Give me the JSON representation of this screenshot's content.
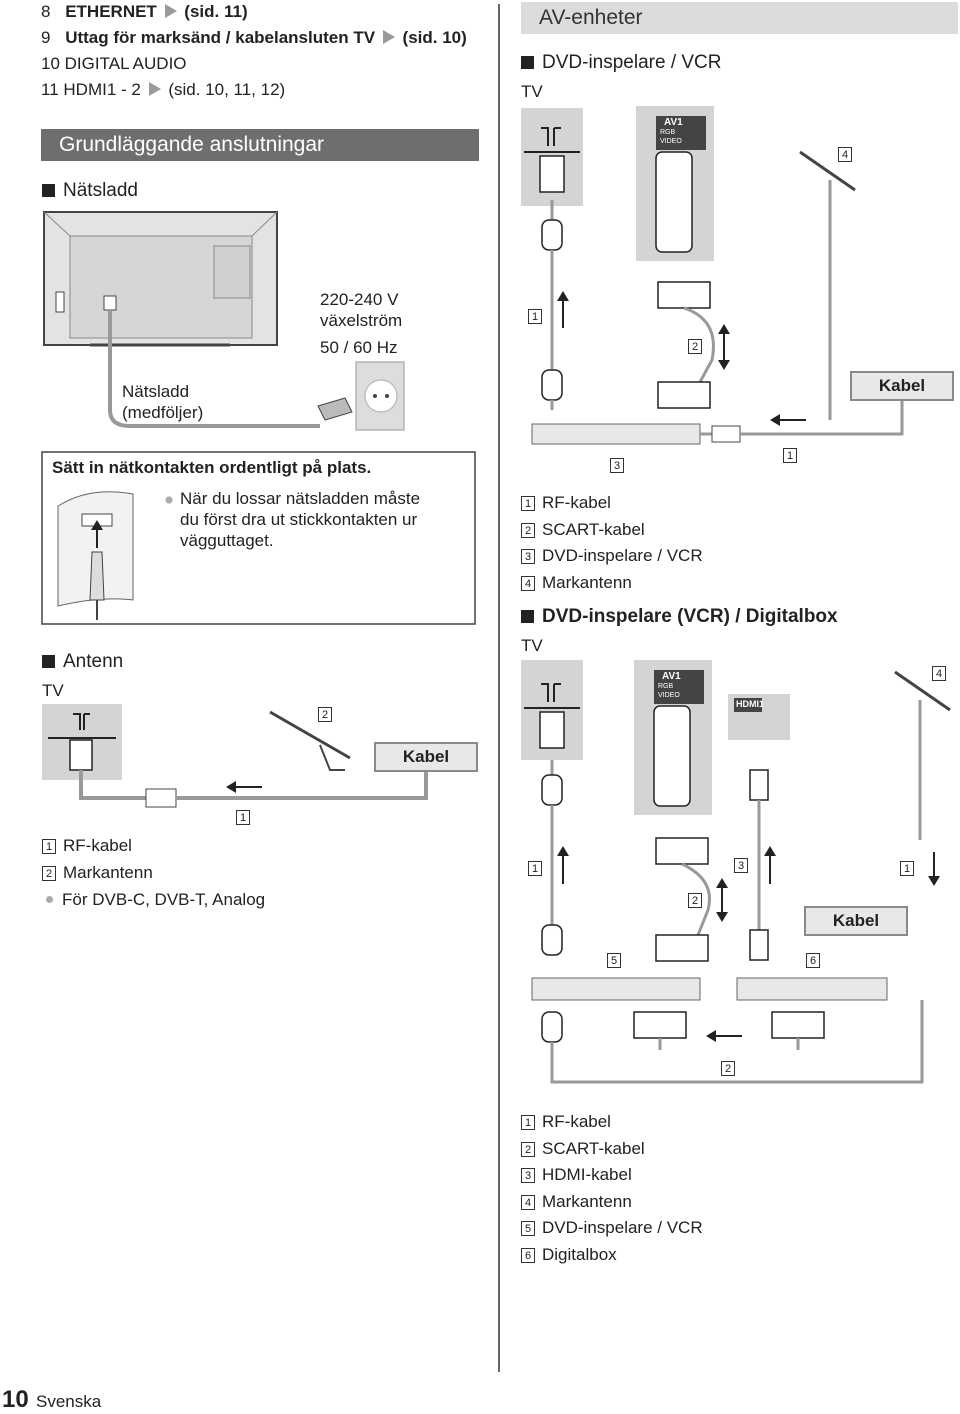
{
  "top_list": [
    {
      "num": "8",
      "label": "ETHERNET",
      "ref": "(sid. 11)"
    },
    {
      "num": "9",
      "label": "Uttag för marksänd / kabelansluten TV",
      "ref": "(sid. 10)"
    },
    {
      "num": "10",
      "label": "DIGITAL AUDIO",
      "ref": ""
    },
    {
      "num": "11",
      "label": "HDMI1 - 2",
      "ref": "(sid. 10, 11, 12)"
    }
  ],
  "basic": {
    "header": "Grundläggande anslutningar",
    "mains_title": "Nätsladd",
    "voltage": "220-240 V",
    "ac": "växelström",
    "freq": "50 / 60 Hz",
    "cord_label_1": "Nätsladd",
    "cord_label_2": "(medföljer)",
    "note_title": "Sätt in nätkontakten ordentligt på plats.",
    "note_text": [
      "När du lossar nätsladden måste",
      "du först dra ut stickkontakten ur",
      "vägguttaget."
    ]
  },
  "antenna": {
    "title": "Antenn",
    "tv": "TV",
    "kabel": "Kabel",
    "n1": "1",
    "n2": "2",
    "legend": [
      {
        "n": "1",
        "text": "RF-kabel"
      },
      {
        "n": "2",
        "text": "Markantenn"
      }
    ],
    "bullet": "För DVB-C, DVB-T, Analog"
  },
  "av": {
    "header": "AV-enheter",
    "sec1_title": "DVD-inspelare / VCR",
    "tv": "TV",
    "kabel": "Kabel",
    "av1": "AV1",
    "rgb": "RGB",
    "video": "VIDEO",
    "labels": {
      "a1": "1",
      "a2": "2",
      "a3": "3",
      "a4": "4",
      "a1b": "1"
    },
    "legend1": [
      {
        "n": "1",
        "text": "RF-kabel"
      },
      {
        "n": "2",
        "text": "SCART-kabel"
      },
      {
        "n": "3",
        "text": "DVD-inspelare / VCR"
      },
      {
        "n": "4",
        "text": "Markantenn"
      }
    ],
    "sec2_title": "DVD-inspelare (VCR) / Digitalbox",
    "tv2": "TV",
    "hdmi1": "HDMI1",
    "labels2": {
      "b1": "1",
      "b2": "2",
      "b3": "3",
      "b4": "4",
      "b5": "5",
      "b6": "6",
      "b1r": "1",
      "b2b": "2"
    },
    "kabel2": "Kabel",
    "legend2": [
      {
        "n": "1",
        "text": "RF-kabel"
      },
      {
        "n": "2",
        "text": "SCART-kabel"
      },
      {
        "n": "3",
        "text": "HDMI-kabel"
      },
      {
        "n": "4",
        "text": "Markantenn"
      },
      {
        "n": "5",
        "text": "DVD-inspelare / VCR"
      },
      {
        "n": "6",
        "text": "Digitalbox"
      }
    ]
  },
  "footer": {
    "page": "10",
    "lang": "Svenska"
  }
}
